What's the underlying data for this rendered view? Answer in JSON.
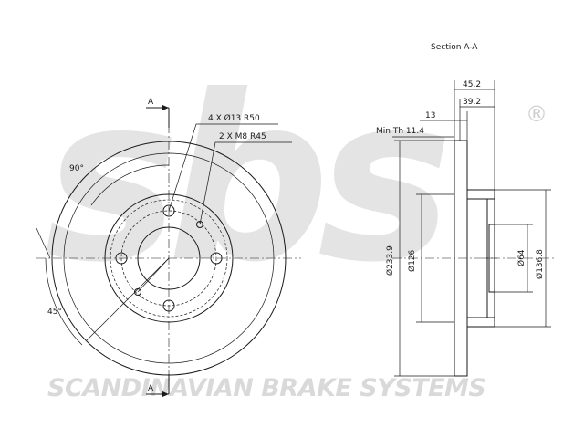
{
  "watermark": {
    "brand": "SCANDINAVIAN BRAKE SYSTEMS",
    "logo_text": "sbs",
    "registered_mark": "®",
    "color": "#d9d9d9"
  },
  "section_title": "Section A-A",
  "section_marks": {
    "top": "A",
    "bottom": "A"
  },
  "front_view": {
    "angle_top": "90°",
    "angle_bottom": "45°",
    "hole_spec_1": "4 X Ø13 R50",
    "hole_spec_2": "2 X M8 R45"
  },
  "side_view": {
    "dim_45_2": "45.2",
    "dim_39_2": "39.2",
    "dim_13": "13",
    "min_th": "Min Th  11.4",
    "dia_233_9": "Ø233.9",
    "dia_126": "Ø126",
    "dia_64": "Ø64",
    "dia_136_8": "Ø136.8"
  },
  "colors": {
    "line": "#1a1a1a",
    "background": "#ffffff"
  }
}
